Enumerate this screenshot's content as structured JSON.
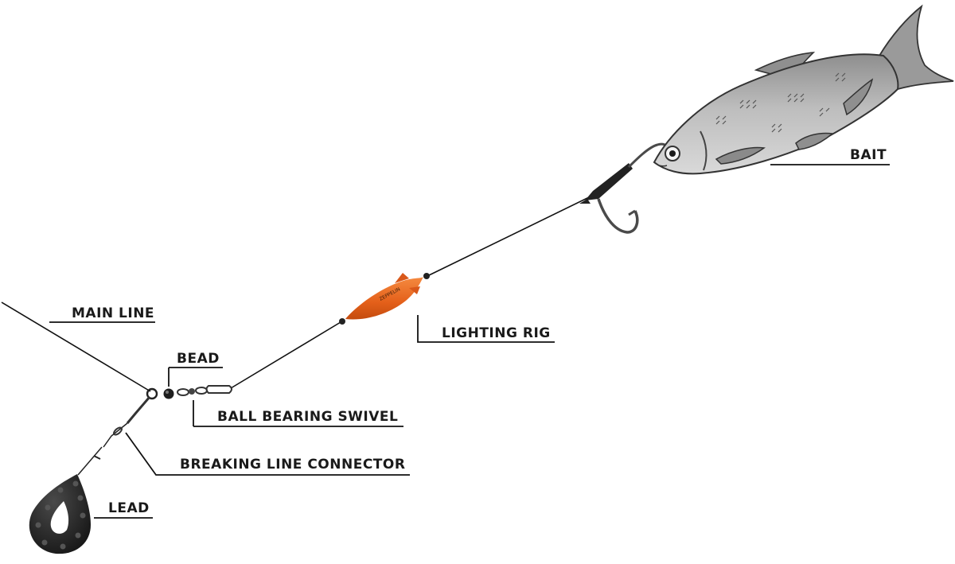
{
  "labels": {
    "main_line": "MAIN LINE",
    "bead": "BEAD",
    "ball_bearing_swivel": "BALL BEARING SWIVEL",
    "breaking_line_connector": "BREAKING LINE CONNECTOR",
    "lead": "LEAD",
    "lighting_rig": "LIGHTING RIG",
    "bait": "BAIT"
  },
  "float_marking": "ZEPPELIN",
  "colors": {
    "line": "#111111",
    "float": "#e8641c",
    "lead": "#1b1b1b",
    "fish_body": "#a9a9a9",
    "hook": "#4a4a4a"
  }
}
